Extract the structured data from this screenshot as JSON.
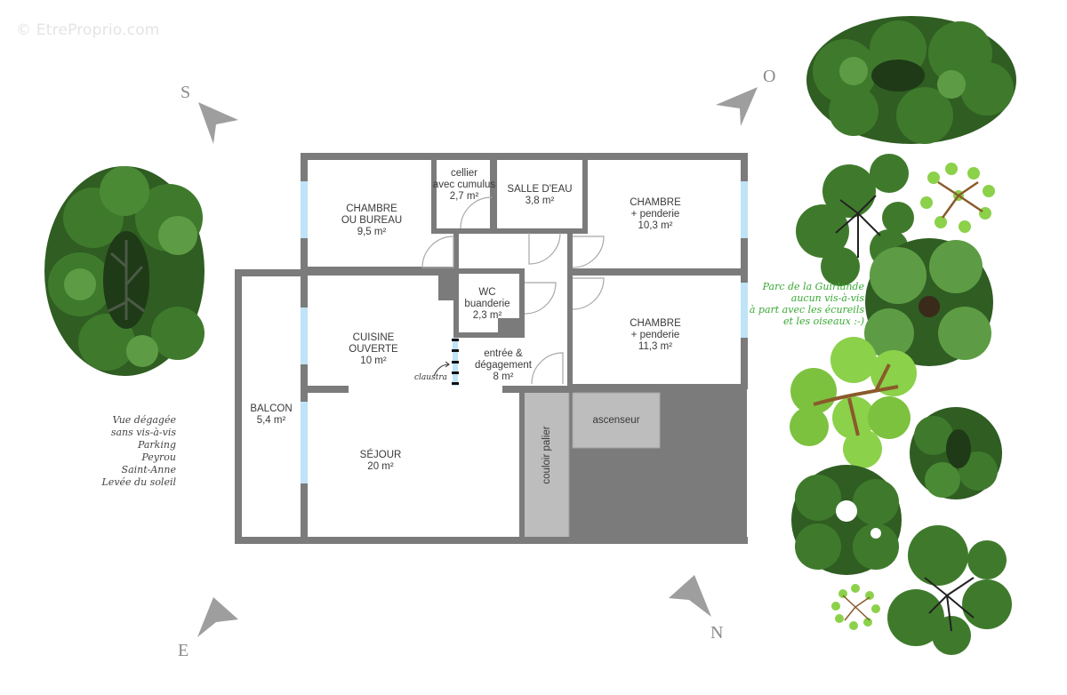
{
  "watermark": "© EtreProprio.com",
  "compass": {
    "S": "S",
    "O": "O",
    "E": "E",
    "N": "N",
    "arrow_color": "#9e9e9e"
  },
  "colors": {
    "wall": "#7b7b7b",
    "window": "#bfe3f7",
    "common_area": "#bdbdbd",
    "dark_block": "#7b7b7b",
    "note_green": "#39a935"
  },
  "rooms": {
    "chambre_bureau": {
      "line1": "CHAMBRE",
      "line2": "OU BUREAU",
      "area": "9,5 m²"
    },
    "cellier": {
      "line1": "cellier",
      "line2": "avec cumulus",
      "area": "2,7 m²"
    },
    "salle_eau": {
      "line1": "SALLE D'EAU",
      "area": "3,8 m²"
    },
    "chambre_1": {
      "line1": "CHAMBRE",
      "line2": "+ penderie",
      "area": "10,3 m²"
    },
    "chambre_2": {
      "line1": "CHAMBRE",
      "line2": "+ penderie",
      "area": "11,3 m²"
    },
    "wc": {
      "line1": "WC",
      "line2": "buanderie",
      "area": "2,3 m²"
    },
    "cuisine": {
      "line1": "CUISINE",
      "line2": "OUVERTE",
      "area": "10 m²"
    },
    "entree": {
      "line1": "entrée &",
      "line2": "dégagement",
      "area": "8 m²"
    },
    "balcon": {
      "line1": "BALCON",
      "area": "5,4 m²"
    },
    "sejour": {
      "line1": "SÉJOUR",
      "area": "20 m²"
    },
    "couloir": {
      "label": "couloir palier"
    },
    "ascenseur": {
      "label": "ascenseur"
    }
  },
  "annotations": {
    "claustra": "claustra",
    "left_view": [
      "Vue dégagée",
      "sans vis-à-vis",
      "Parking",
      "Peyrou",
      "Saint-Anne",
      "Levée du soleil"
    ],
    "right_view": [
      "Parc de la Guirlande",
      "aucun vis-à-vis",
      "à part avec les écureils",
      "et les oiseaux :-)"
    ]
  }
}
